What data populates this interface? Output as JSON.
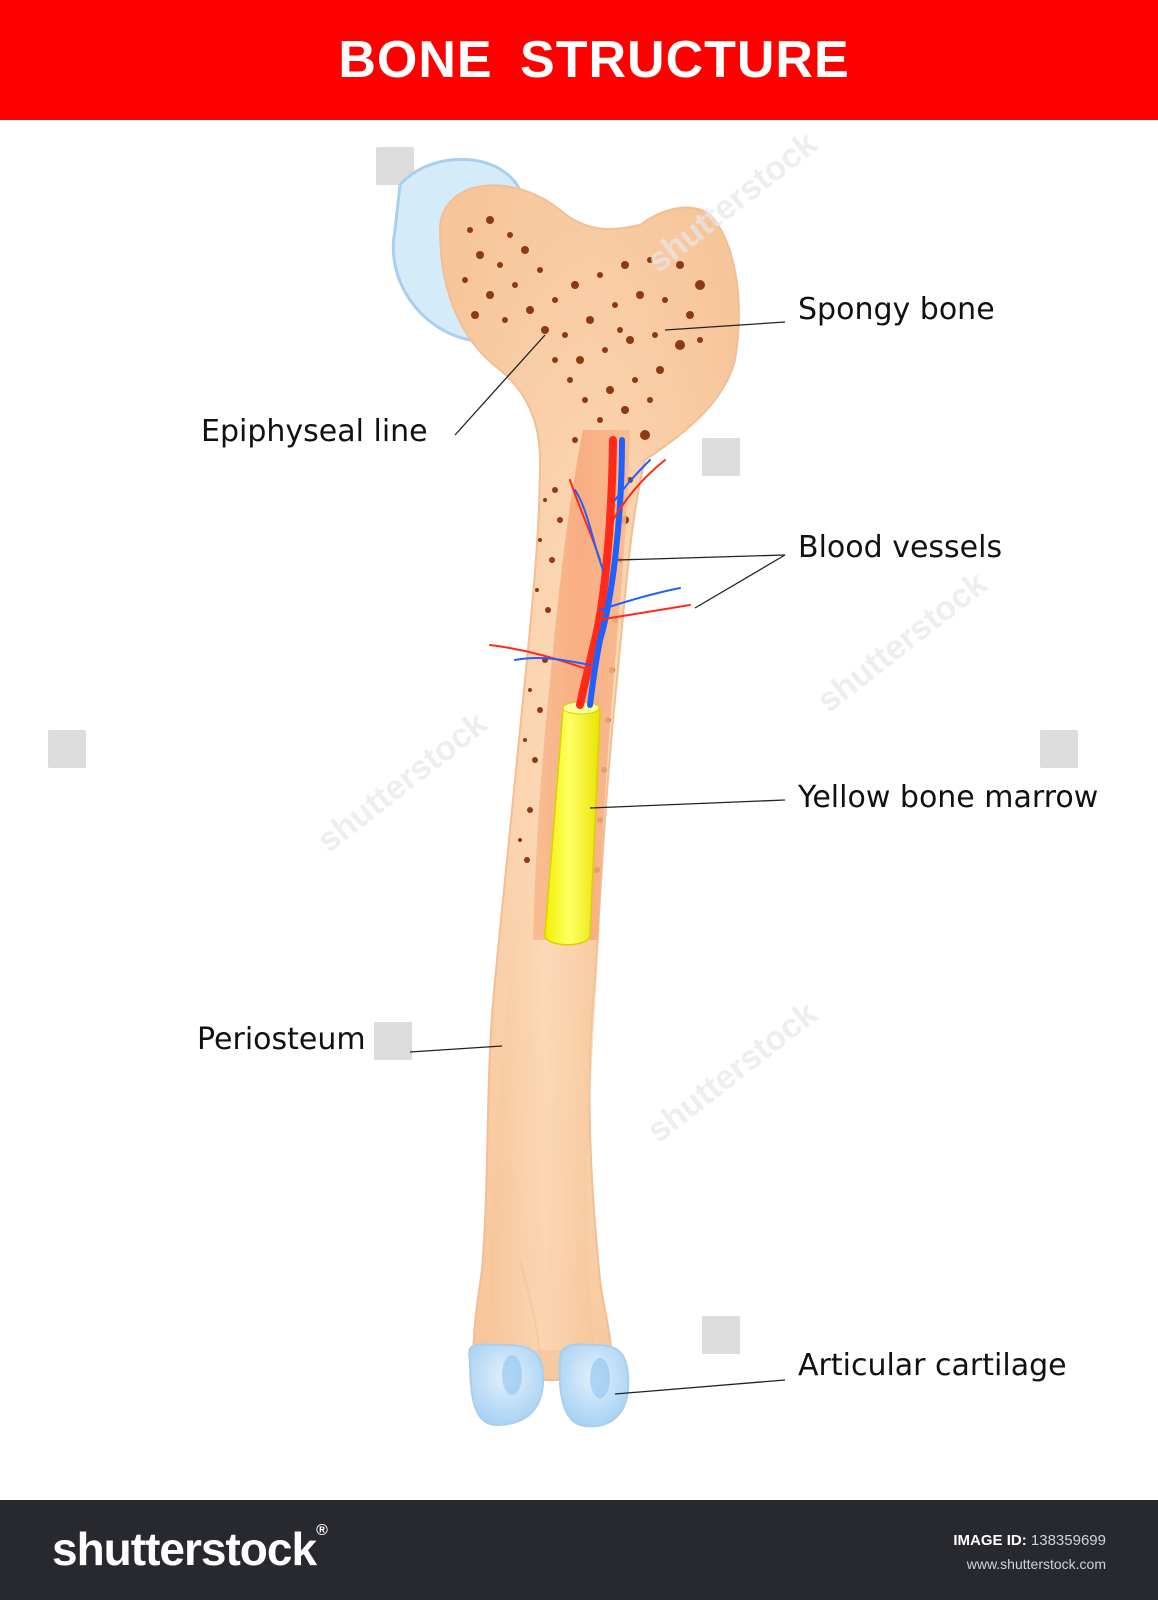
{
  "title": "BONE  STRUCTURE",
  "labels": {
    "spongy_bone": "Spongy bone",
    "epiphyseal_line": "Epiphyseal line",
    "blood_vessels": "Blood vessels",
    "yellow_bone_marrow": "Yellow bone marrow",
    "periosteum": "Periosteum",
    "articular_cartilage": "Articular cartilage"
  },
  "footer": {
    "brand": "shutterstock",
    "image_id_label": "IMAGE ID:",
    "image_id": "138359699",
    "site": "www.shutterstock.com"
  },
  "watermark": "shutterstock",
  "colors": {
    "header": "#ff0000",
    "bone": "#fbd3ad",
    "spongy_spots": "#8b3a14",
    "artery": "#ff2a1a",
    "vein": "#2060ff",
    "marrow": "#ffff33",
    "cartilage": "#bfe0f8",
    "footer": "#27292e"
  }
}
